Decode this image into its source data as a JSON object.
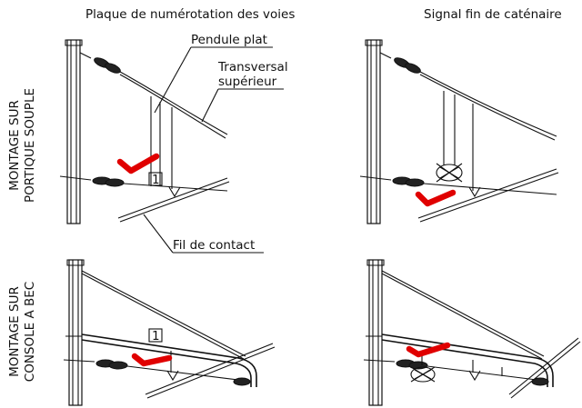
{
  "headers": {
    "left": "Plaque de numérotation des voies",
    "right": "Signal fin de caténaire"
  },
  "rows": {
    "top_line1": "MONTAGE SUR",
    "top_line2": "PORTIQUE SOUPLE",
    "bottom_line1": "MONTAGE SUR",
    "bottom_line2": "CONSOLE A BEC"
  },
  "callouts": {
    "pendule": "Pendule plat",
    "transversal_line1": "Transversal",
    "transversal_line2": "supérieur",
    "fil": "Fil de contact"
  },
  "plates": {
    "top": "1",
    "bottom": "1"
  },
  "colors": {
    "line": "#111111",
    "check": "#e00000"
  }
}
